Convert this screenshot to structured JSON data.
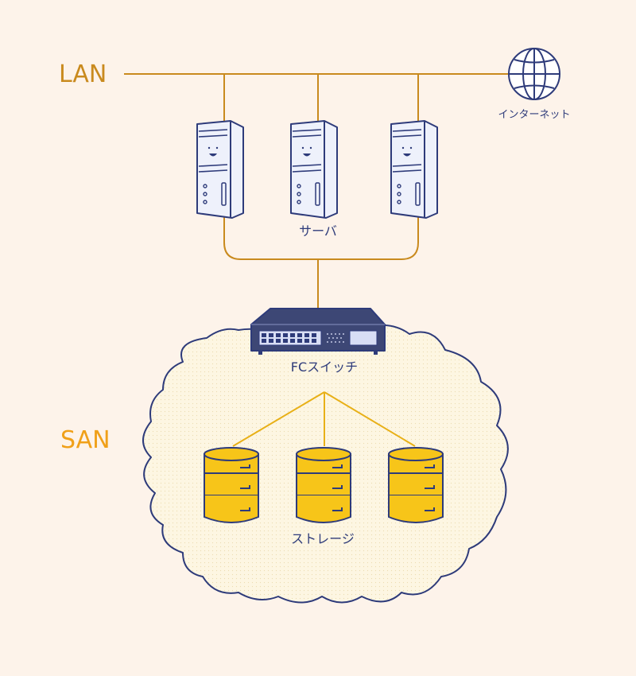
{
  "labels": {
    "lan": "LAN",
    "san": "SAN",
    "internet": "インターネット",
    "servers": "サーバ",
    "fc_switch": "FCスイッチ",
    "storage": "ストレージ"
  },
  "icons": {
    "internet": "globe-icon",
    "server": "server-tower-icon",
    "switch": "fc-switch-icon",
    "storage": "database-cylinder-icon"
  },
  "colors": {
    "background": "#fdf3ea",
    "lan_line": "#c98a1e",
    "san_line": "#e8b017",
    "outline": "#2e3b7a",
    "storage_fill": "#f7c519",
    "server_fill": "#eef1fb",
    "switch_fill": "#3d4775",
    "cloud_fill": "#fdf7e4"
  }
}
